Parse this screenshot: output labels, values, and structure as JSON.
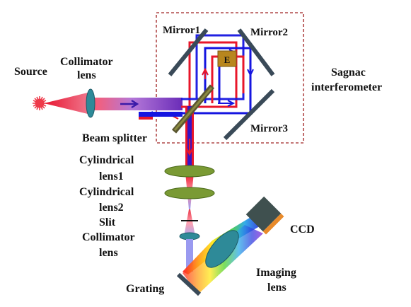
{
  "labels": {
    "source": "Source",
    "collimator_top_1": "Collimator",
    "collimator_top_2": "lens",
    "mirror1": "Mirror1",
    "mirror2": "Mirror2",
    "mirror3": "Mirror3",
    "element_e": "E",
    "sagnac_1": "Sagnac",
    "sagnac_2": "interferometer",
    "beam_splitter": "Beam splitter",
    "cyl1_1": "Cylindrical",
    "cyl1_2": "lens1",
    "cyl2_1": "Cylindrical",
    "cyl2_2": "lens2",
    "slit": "Slit",
    "collimator_bottom_1": "Collimator",
    "collimator_bottom_2": "lens",
    "ccd": "CCD",
    "imaging_1": "Imaging",
    "imaging_2": "lens",
    "grating": "Grating"
  },
  "colors": {
    "beam_red": "#e8162a",
    "beam_blue": "#1515e0",
    "beam_purple": "#8a3ecf",
    "optic_teal": "#2e8a98",
    "lens_green": "#7a9a34",
    "mirror_dark": "#3a4a58",
    "ccd_dark": "#3f504f",
    "dashed_box": "#b04848",
    "source_red": "#ee3a4a"
  }
}
